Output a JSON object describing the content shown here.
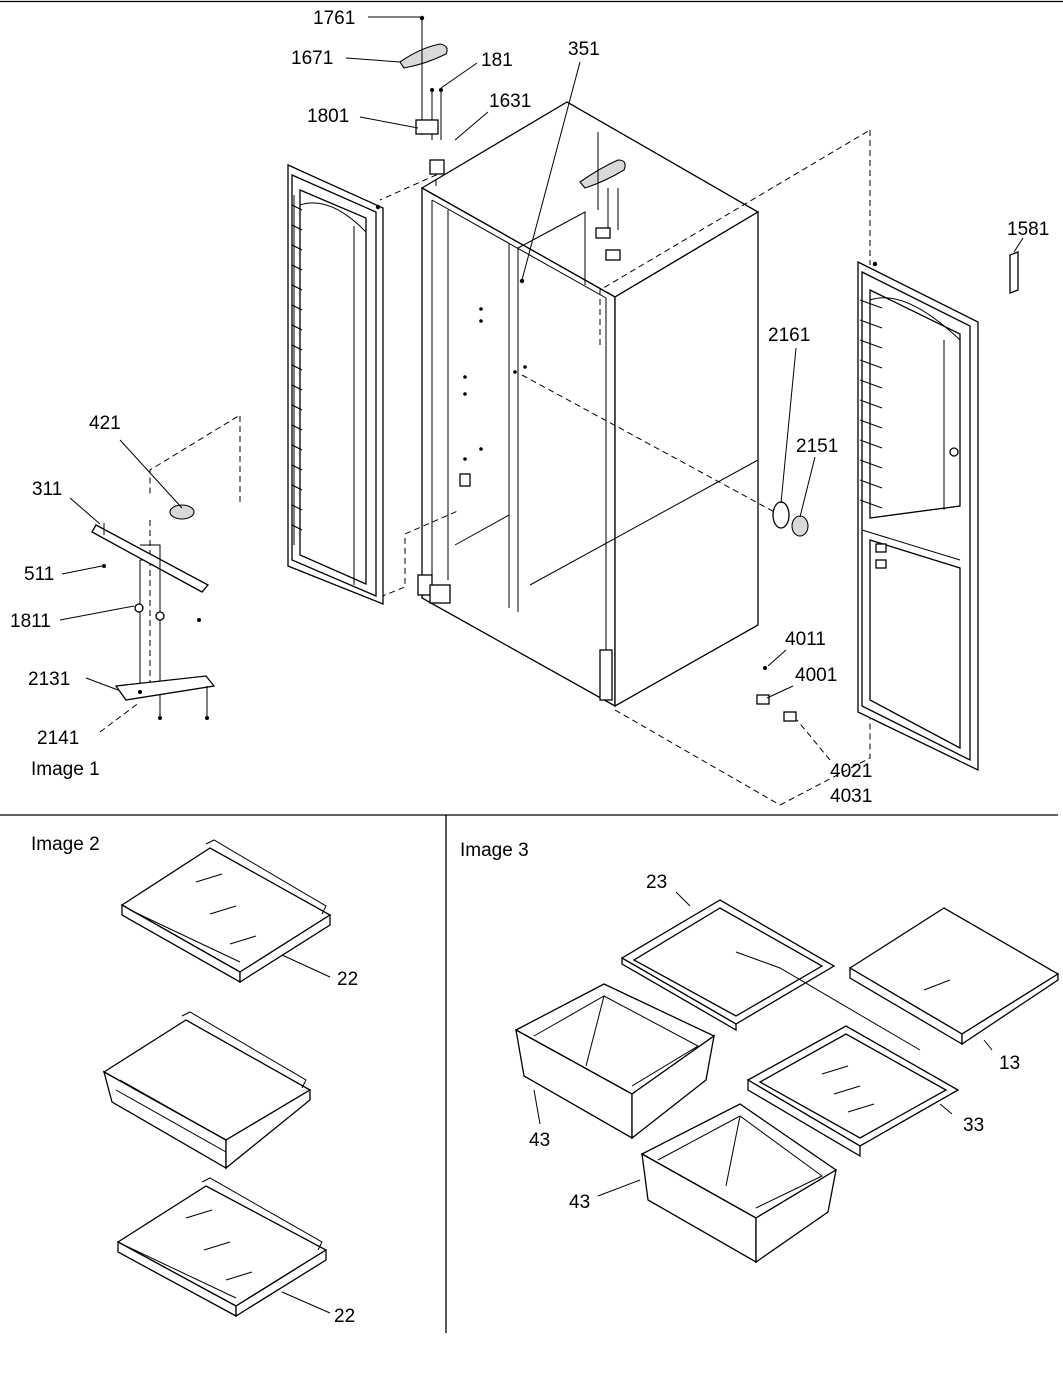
{
  "images": {
    "image1": {
      "caption": "Image 1"
    },
    "image2": {
      "caption": "Image 2"
    },
    "image3": {
      "caption": "Image 3"
    }
  },
  "callouts": {
    "c1761": "1761",
    "c1671": "1671",
    "c181": "181",
    "c1631": "1631",
    "c1801": "1801",
    "c351": "351",
    "c1581": "1581",
    "c2161": "2161",
    "c2151": "2151",
    "c421": "421",
    "c311": "311",
    "c511": "511",
    "c1811": "1811",
    "c2131": "2131",
    "c2141": "2141",
    "c4011": "4011",
    "c4001": "4001",
    "c4021": "4021",
    "c4031": "4031",
    "c22a": "22",
    "c22b": "22",
    "c23": "23",
    "c13": "13",
    "c43a": "43",
    "c33": "33",
    "c43b": "43"
  }
}
